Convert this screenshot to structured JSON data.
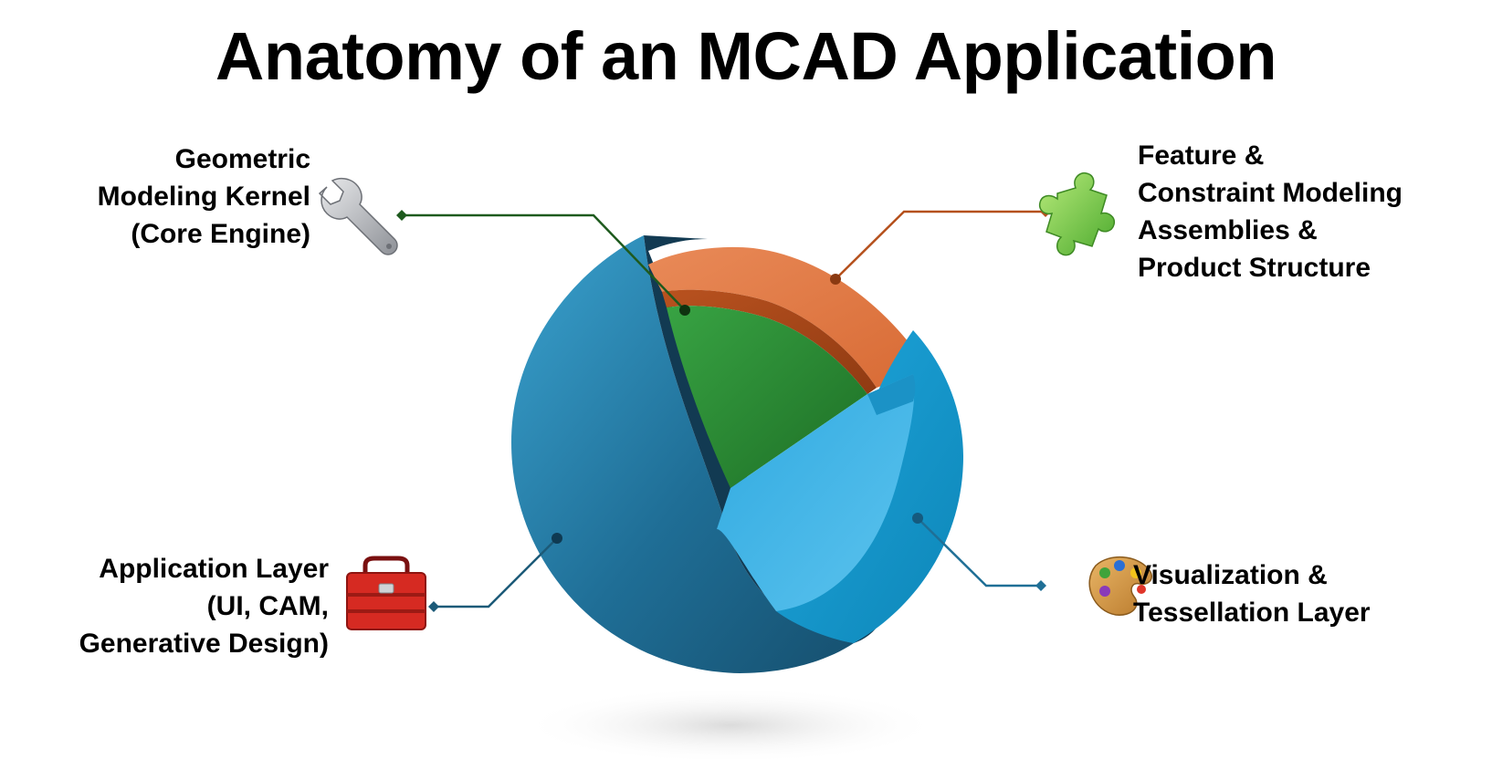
{
  "title": "Anatomy of an MCAD Application",
  "layers": {
    "kernel": {
      "lines": [
        "Geometric",
        "Modeling Kernel",
        "(Core Engine)"
      ],
      "icon": "wrench-icon",
      "color": "#1e5a1e"
    },
    "feature": {
      "lines": [
        "Feature &",
        "Constraint Modeling",
        "Assemblies &",
        "Product Structure"
      ],
      "icon": "puzzle-piece-icon",
      "color": "#b5501c"
    },
    "application": {
      "lines": [
        "Application Layer",
        "(UI, CAM,",
        "Generative Design)"
      ],
      "icon": "toolbox-icon",
      "color": "#1c5a78"
    },
    "visualization": {
      "lines": [
        "Visualization &",
        "Tessellation Layer"
      ],
      "icon": "paint-palette-icon",
      "color": "#1f6f96"
    }
  },
  "colors": {
    "outer_shell": "#1f6e96",
    "outer_shell_light": "#18a0d6",
    "cut_face_dark": "#123a52",
    "middle_layer": "#e07a45",
    "middle_layer_dark": "#a8431a",
    "core": "#2e8b3a"
  }
}
